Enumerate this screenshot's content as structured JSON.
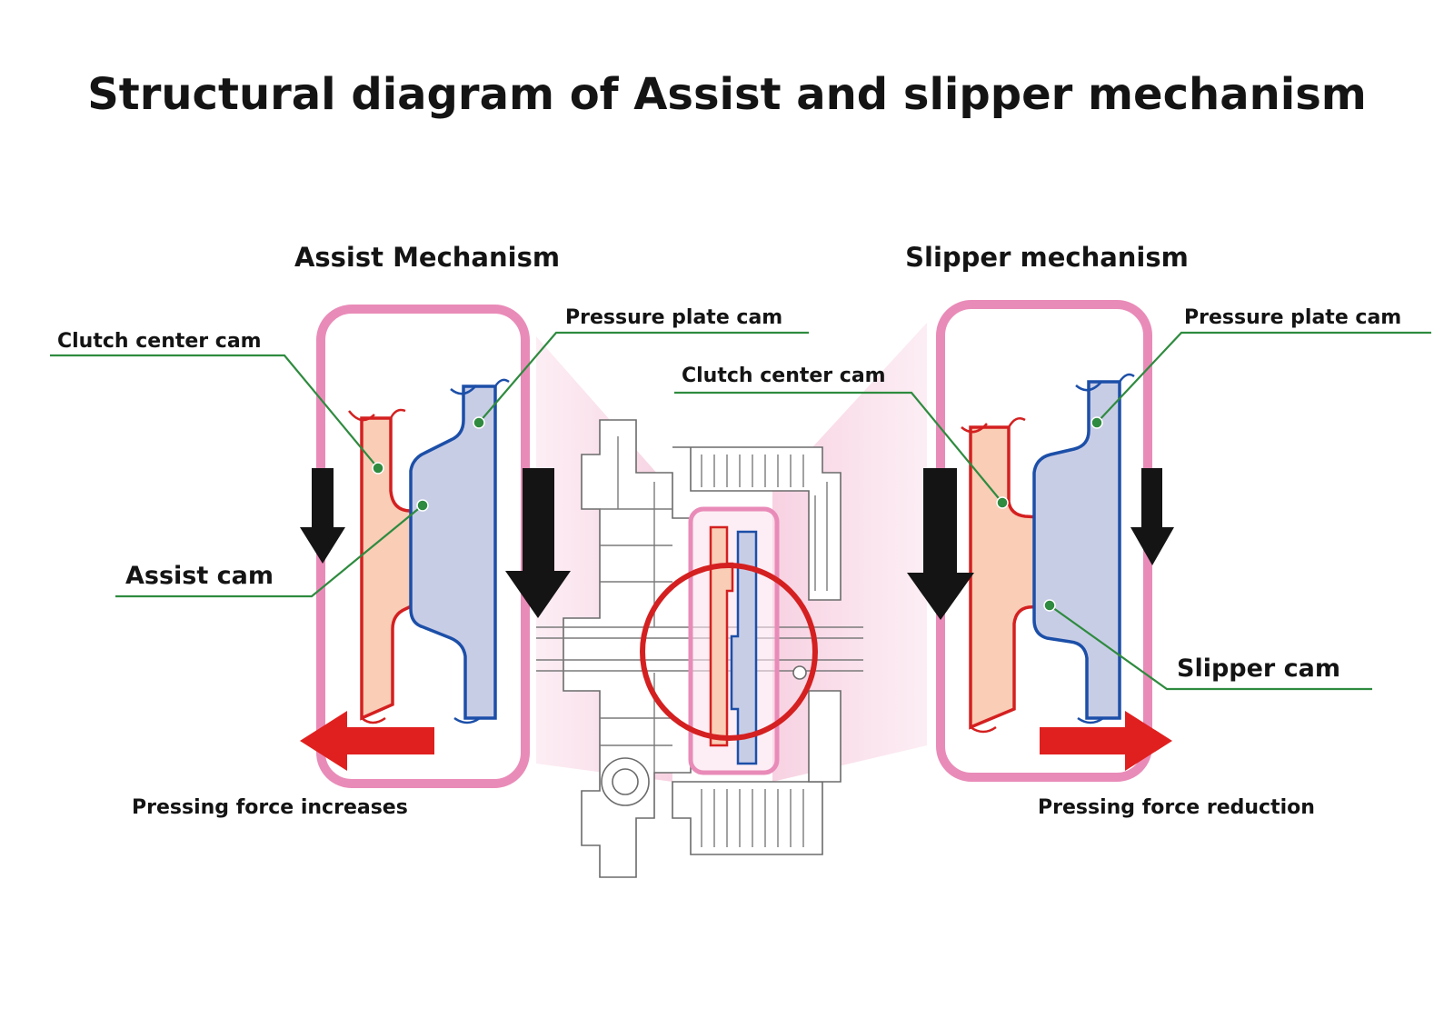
{
  "title": "Structural diagram of Assist and slipper mechanism",
  "assist": {
    "heading": "Assist Mechanism",
    "clutch_center_cam_label": "Clutch center cam",
    "pressure_plate_cam_label": "Pressure plate cam",
    "cam_label": "Assist cam",
    "force_label": "Pressing force increases"
  },
  "slipper": {
    "heading": "Slipper mechanism",
    "clutch_center_cam_label": "Clutch center cam",
    "pressure_plate_cam_label": "Pressure plate cam",
    "cam_label": "Slipper cam",
    "force_label": "Pressing force reduction"
  },
  "colors": {
    "frame_pink": "#e98bb8",
    "halo_pink": "#f7cfe0",
    "clutch_center_fill": "#f9cdb6",
    "clutch_center_stroke": "#d42020",
    "pressure_plate_fill": "#c8cde6",
    "pressure_plate_stroke": "#1c4fa8",
    "leader_green": "#2e8b3f",
    "arrow_black": "#141414",
    "arrow_red": "#e0201f",
    "highlight_circle": "#d42020"
  },
  "icons": {
    "load_arrow": "arrow-down-icon",
    "assist_force_arrow": "arrow-left-icon",
    "slipper_force_arrow": "arrow-right-icon"
  }
}
